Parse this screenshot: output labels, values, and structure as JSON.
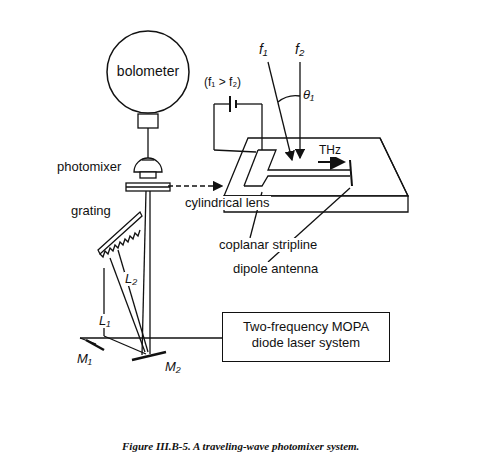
{
  "diagram": {
    "caption": "Figure III.B-5. A traveling-wave photomixer system.",
    "nodes": [
      {
        "text": [
          "bolometer"
        ]
      },
      {
        "text": [
          "Two-frequency MOPA diode laser system"
        ]
      }
    ],
    "labels": [
      "(f₁ > f₂)",
      "f₁",
      "f₂",
      "θ₁",
      "photomixer",
      "cylindrical lens",
      "THz",
      "coplanar stripline",
      "dipole antenna",
      "grating",
      "L₂",
      "L₁",
      "M₁",
      "M₂"
    ]
  }
}
